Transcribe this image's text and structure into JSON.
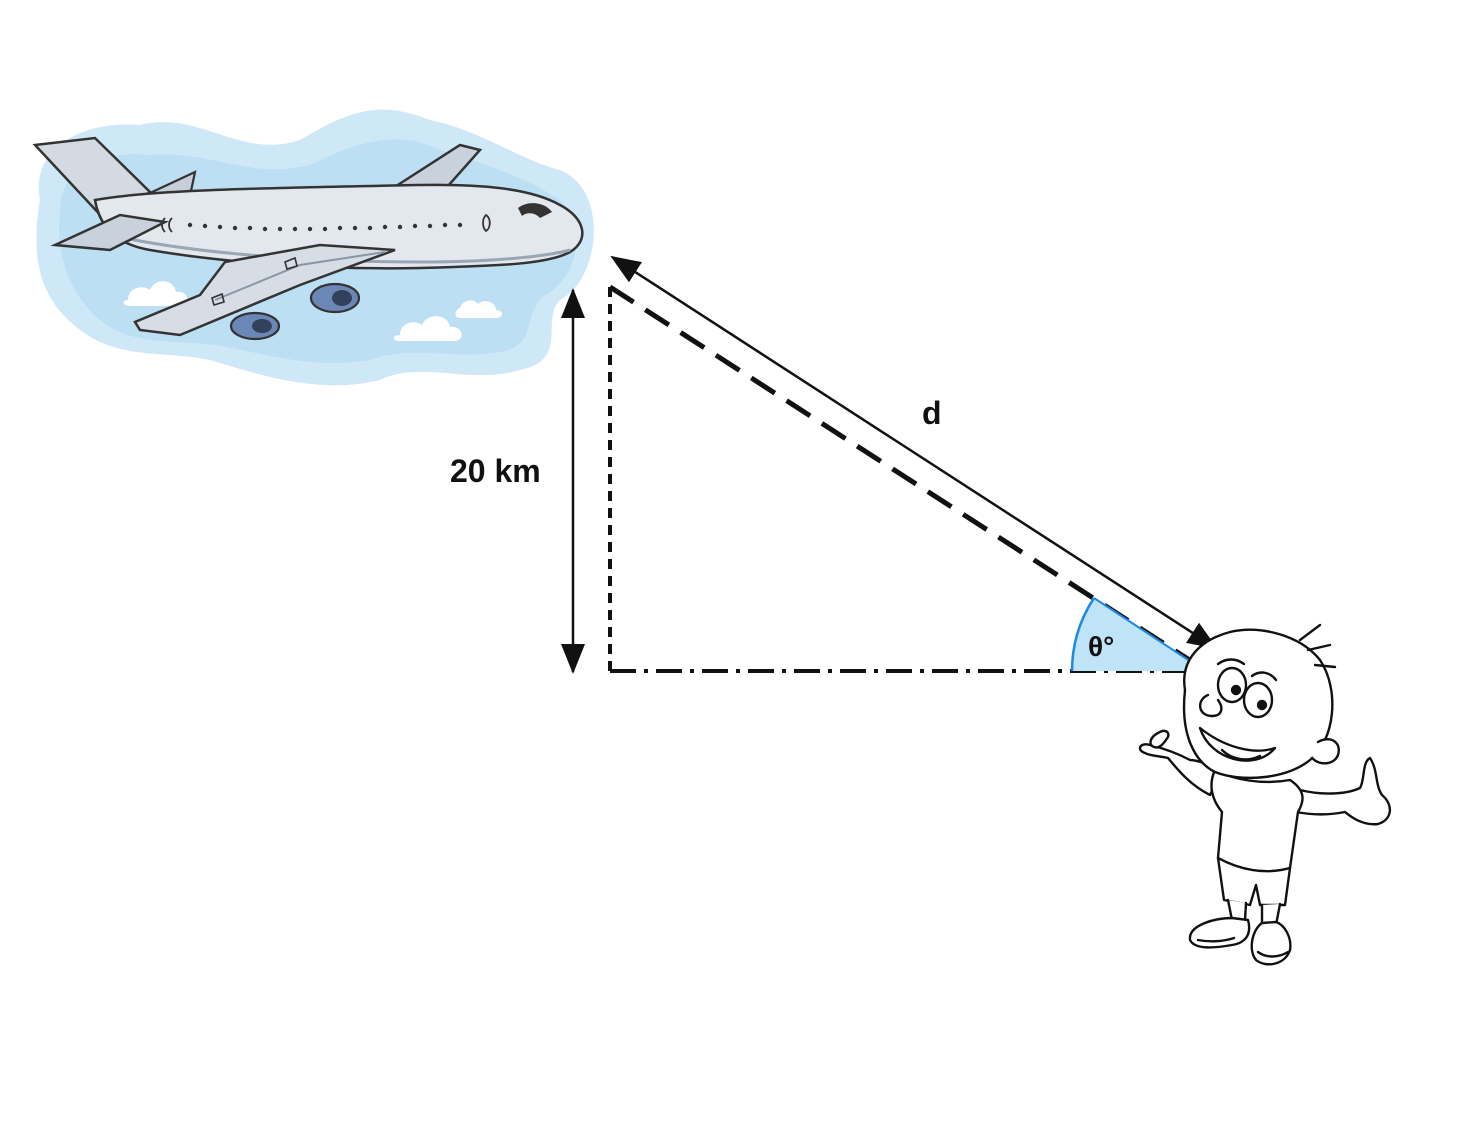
{
  "labels": {
    "height": "20 km",
    "distance": "d",
    "angle": "θ°"
  },
  "colors": {
    "angle_fill": "#bfe3f7",
    "angle_stroke": "#1e88e5",
    "sky": "#cfe8f7",
    "plane_body": "#e3e8ee",
    "line": "#111111"
  },
  "icons": {
    "plane": "airplane-illustration",
    "observer": "boy-cartoon-illustration"
  }
}
